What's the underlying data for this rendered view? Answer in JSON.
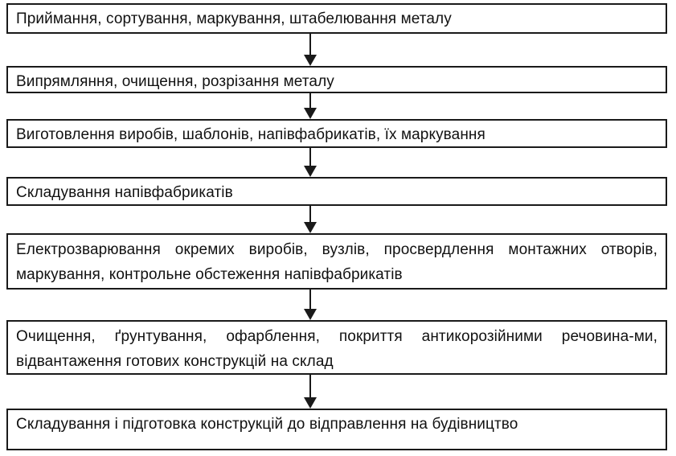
{
  "flowchart": {
    "steps": [
      "Приймання, сортування, маркування, штабелювання металу",
      "Випрямляння, очищення, розрізання металу",
      "Виготовлення виробів, шаблонів, напівфабрикатів, їх маркування",
      "Складування напівфабрикатів",
      "Електрозварювання окремих виробів, вузлів, просвердлення монтажних отворів, маркування, контрольне обстеження напівфабрикатів",
      "Очищення, ґрунтування, офарблення, покриття антикорозійними речовина-ми, відвантаження готових конструкцій на склад",
      "Складування і підготовка конструкцій до відправлення на будівництво"
    ]
  }
}
